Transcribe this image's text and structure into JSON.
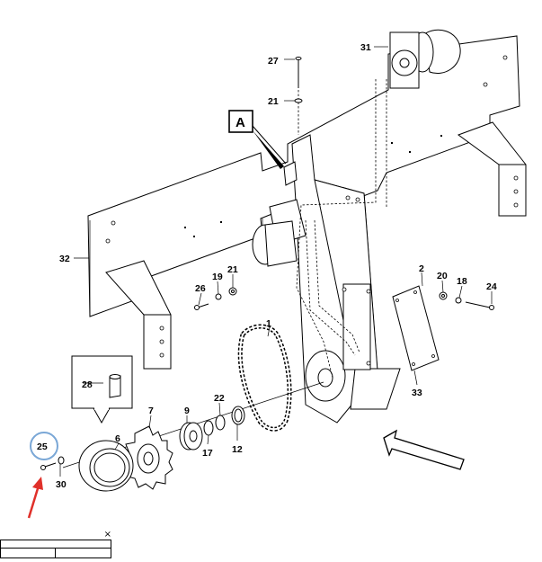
{
  "diagram": {
    "callouts": {
      "p1": "1",
      "p2": "2",
      "p6": "6",
      "p7": "7",
      "p9": "9",
      "p12": "12",
      "p17": "17",
      "p18": "18",
      "p19": "19",
      "p20": "20",
      "p21a": "21",
      "p21b": "21",
      "p22": "22",
      "p24": "24",
      "p25": "25",
      "p26": "26",
      "p27": "27",
      "p28": "28",
      "p30": "30",
      "p31": "31",
      "p32": "32",
      "p33": "33"
    },
    "detail_marker": "A",
    "highlight_color": "#7aa7d6",
    "pointer_arrow_color": "#e0302a"
  },
  "mini_window": {
    "close_glyph": "×"
  }
}
